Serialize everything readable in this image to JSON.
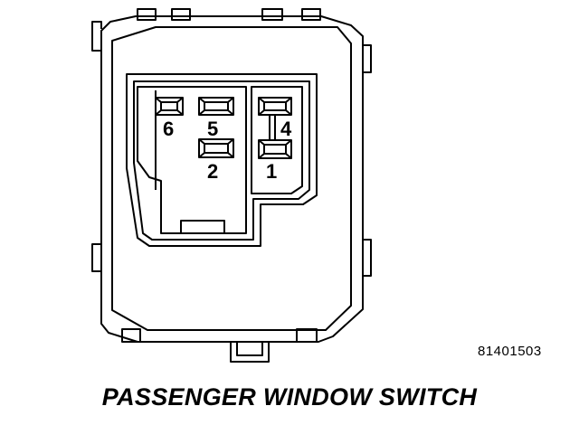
{
  "diagram": {
    "caption": "PASSENGER WINDOW SWITCH",
    "figure_number": "81401503",
    "pins": [
      {
        "id": "6",
        "label": "6"
      },
      {
        "id": "5",
        "label": "5"
      },
      {
        "id": "4",
        "label": "4"
      },
      {
        "id": "2",
        "label": "2"
      },
      {
        "id": "1",
        "label": "1"
      }
    ]
  }
}
